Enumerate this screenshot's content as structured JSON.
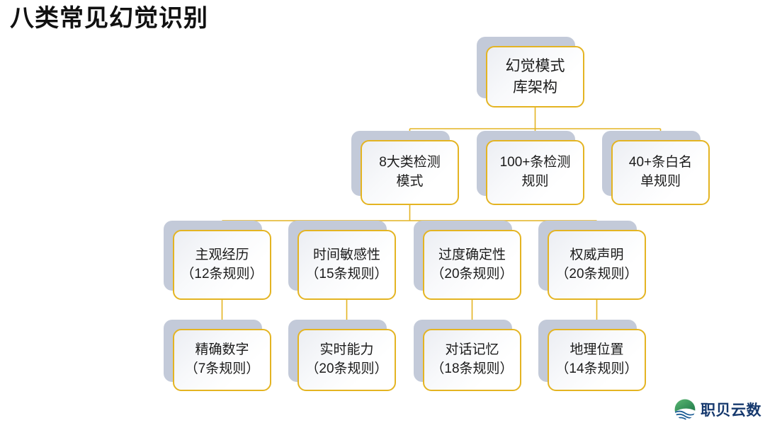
{
  "slide": {
    "title": "八类常见幻觉识别",
    "background_color": "#ffffff",
    "accent_border_color": "#e4b422",
    "shadow_color": "#c3cad9",
    "connector_color": "#e4b422",
    "text_color": "#1b1b1b"
  },
  "diagram": {
    "type": "org-chart",
    "levels": [
      {
        "name": "root",
        "nodes": [
          {
            "line1": "幻觉模式",
            "line2": "库架构"
          }
        ]
      },
      {
        "name": "level-2",
        "nodes": [
          {
            "line1": "8大类检测",
            "line2": "模式"
          },
          {
            "line1": "100+条检测",
            "line2": "规则"
          },
          {
            "line1": "40+条白名",
            "line2": "单规则"
          }
        ]
      },
      {
        "name": "level-3",
        "nodes": [
          {
            "line1": "主观经历",
            "line2": "（12条规则）"
          },
          {
            "line1": "时间敏感性",
            "line2": "（15条规则）"
          },
          {
            "line1": "过度确定性",
            "line2": "（20条规则）"
          },
          {
            "line1": "权威声明",
            "line2": "（20条规则）"
          }
        ]
      },
      {
        "name": "level-4",
        "nodes": [
          {
            "line1": "精确数字",
            "line2": "（7条规则）"
          },
          {
            "line1": "实时能力",
            "line2": "（20条规则）"
          },
          {
            "line1": "对话记忆",
            "line2": "（18条规则）"
          },
          {
            "line1": "地理位置",
            "line2": "（14条规则）"
          }
        ]
      }
    ]
  },
  "logo": {
    "brand_text": "职贝云数",
    "mark_icon": "wave-circle-icon",
    "mark_top_color": "#2e8b57",
    "mark_wave_color": "#1c5d96",
    "text_color": "#16396e"
  }
}
